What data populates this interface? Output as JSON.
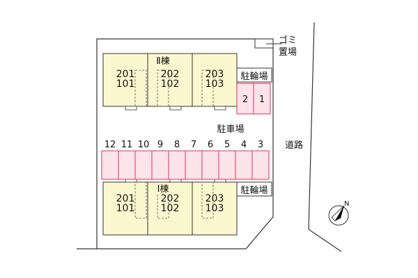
{
  "buildings": [
    {
      "label": "Ⅱ棟",
      "units": [
        {
          "upper": "201",
          "lower": "101"
        },
        {
          "upper": "202",
          "lower": "102"
        },
        {
          "upper": "203",
          "lower": "103"
        }
      ]
    },
    {
      "label": "Ⅰ棟",
      "units": [
        {
          "upper": "201",
          "lower": "101"
        },
        {
          "upper": "202",
          "lower": "102"
        },
        {
          "upper": "203",
          "lower": "103"
        }
      ]
    }
  ],
  "bike_parking_top": {
    "label": "駐輪場",
    "slots": [
      "2",
      "1"
    ]
  },
  "bike_parking_bottom": {
    "label": "駐輪場"
  },
  "parking": {
    "label": "駐車場",
    "spaces": [
      "12",
      "11",
      "10",
      "9",
      "8",
      "7",
      "6",
      "5",
      "4",
      "3"
    ]
  },
  "garbage": {
    "line1": "ゴミ",
    "line2": "置場"
  },
  "road": {
    "label": "道路"
  },
  "compass": {
    "label": "N"
  },
  "colors": {
    "building_fill": "#fbf7cf",
    "parking_fill": "#fde3ea",
    "parking_stroke": "#e0315a"
  }
}
